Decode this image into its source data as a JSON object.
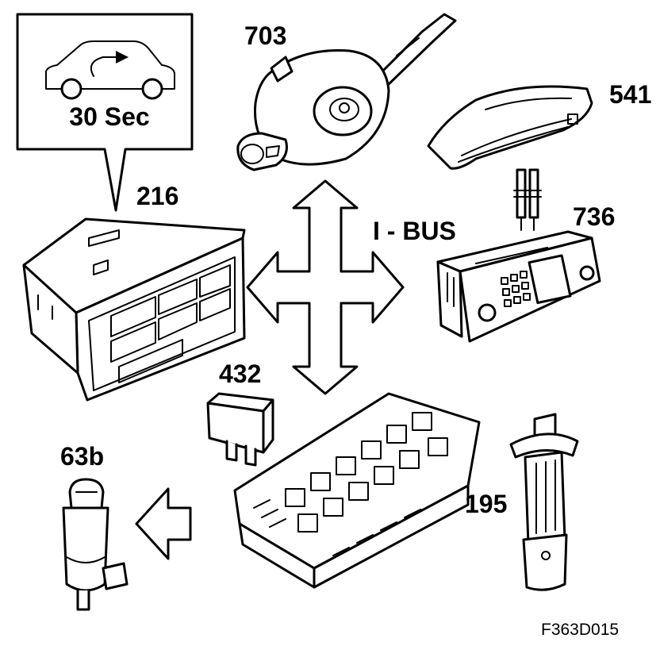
{
  "callout": {
    "text": "30 Sec",
    "icon": "car-recirculation-icon"
  },
  "labels": {
    "steering_switch": "703",
    "display_unit": "541",
    "climate_unit": "216",
    "radio_unit": "736",
    "relay": "432",
    "washer_pump": "63b",
    "fuel_sender": "195"
  },
  "bus_label": "I - BUS",
  "figure_code": "F363D015"
}
